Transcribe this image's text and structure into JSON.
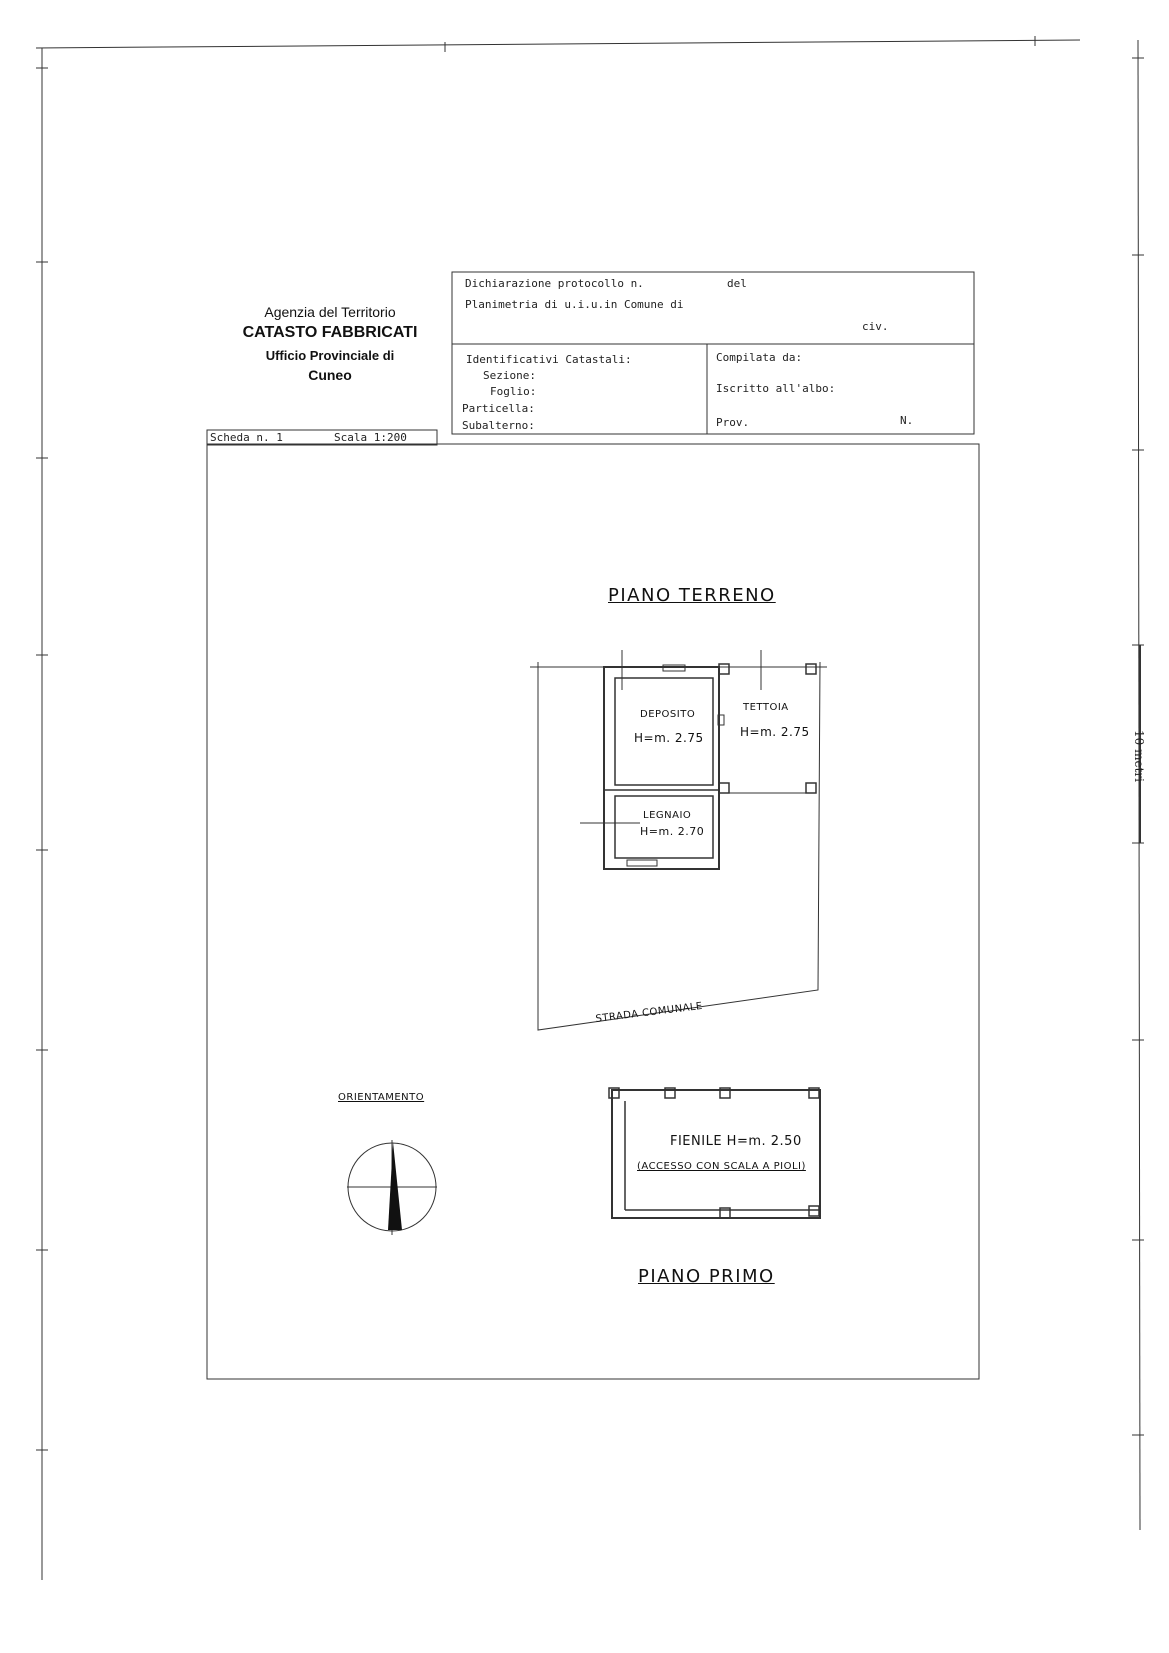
{
  "agency": {
    "line1": "Agenzia del Territorio",
    "line2": "CATASTO FABBRICATI",
    "line3": "Ufficio Provinciale di",
    "line4": "Cuneo"
  },
  "header": {
    "dichiarazione": "Dichiarazione protocollo n.",
    "del": "del",
    "planimetria": "Planimetria di u.i.u.in Comune di",
    "civ": "civ.",
    "identificativi": "Identificativi Catastali:",
    "sezione": "Sezione:",
    "foglio": "Foglio:",
    "particella": "Particella:",
    "subalterno": "Subalterno:",
    "compilata": "Compilata da:",
    "iscritto": "Iscritto all'albo:",
    "prov": "Prov.",
    "n": "N."
  },
  "scheda": {
    "scheda": "Scheda n. 1",
    "scala": "Scala 1:200"
  },
  "plan": {
    "piano_terreno": "PIANO TERRENO",
    "deposito": "DEPOSITO",
    "deposito_h": "H=m. 2.75",
    "tettoia": "TETTOIA",
    "tettoia_h": "H=m. 2.75",
    "legnaio": "LEGNAIO",
    "legnaio_h": "H=m. 2.70",
    "strada": "STRADA COMUNALE",
    "orientamento": "ORIENTAMENTO",
    "fienile": "FIENILE H=m. 2.50",
    "accesso": "(ACCESSO CON SCALA A PIOLI)",
    "piano_primo": "PIANO PRIMO"
  },
  "side_scale": "10 metri"
}
